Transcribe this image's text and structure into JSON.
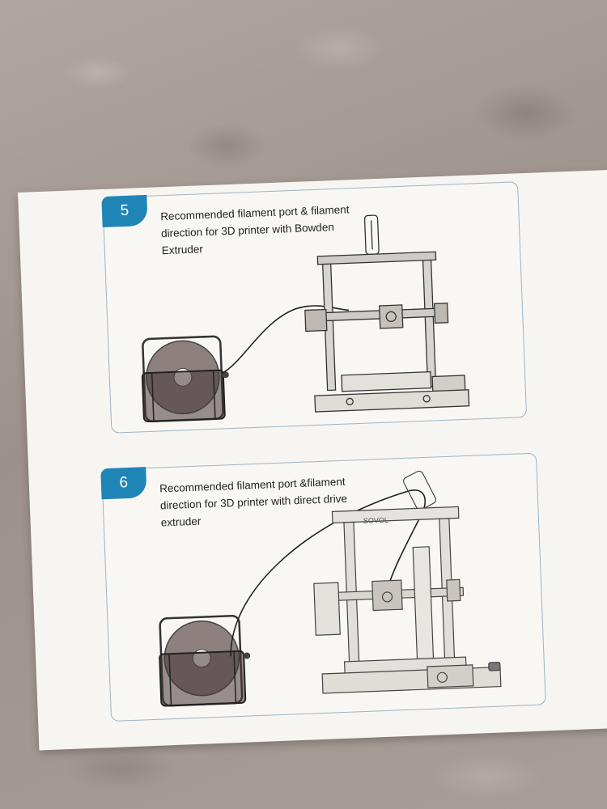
{
  "steps": [
    {
      "number": "5",
      "text": "Recommended filament port & filament direction for 3D printer with Bowden Extruder"
    },
    {
      "number": "6",
      "text": "Recommended filament port &filament direction for 3D printer with direct drive extruder"
    }
  ],
  "printer_brand": "SOVOL",
  "colors": {
    "badge": "#1f84b6",
    "panel_border": "#9bb4c4",
    "card": "#f7f5f1",
    "spool": "#6e5f5e"
  }
}
